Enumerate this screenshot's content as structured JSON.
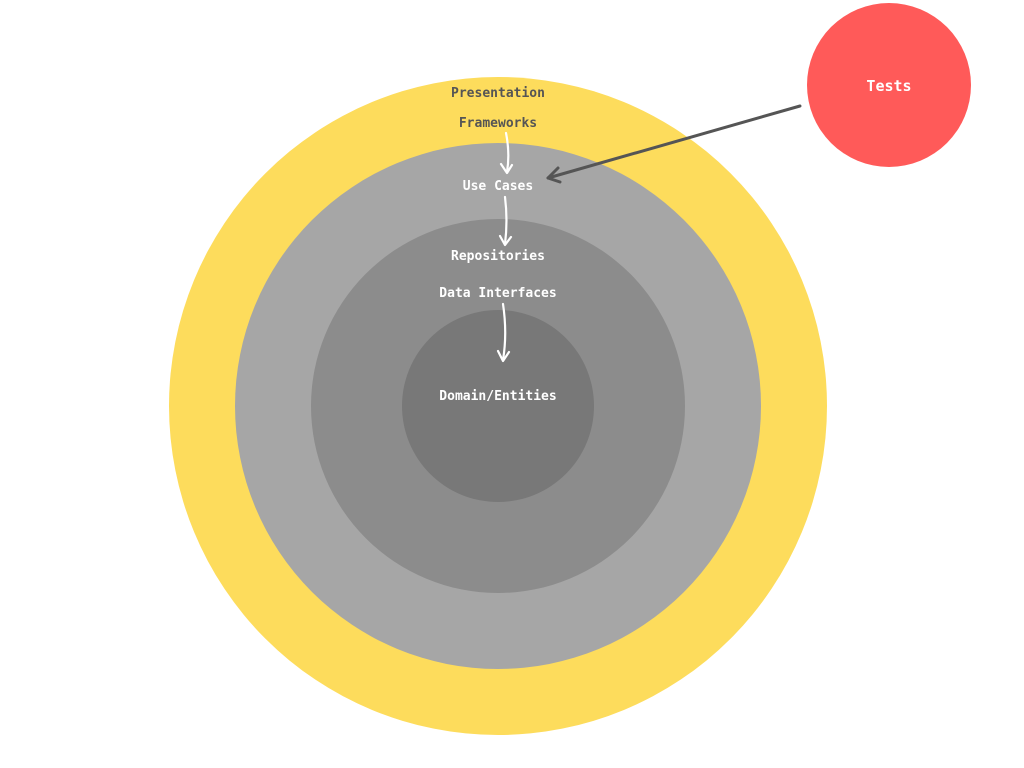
{
  "layers": {
    "presentation": "Presentation",
    "frameworks": "Frameworks",
    "use_cases": "Use Cases",
    "repositories": "Repositories",
    "data_interfaces": "Data Interfaces",
    "domain_entities": "Domain/Entities"
  },
  "tests": {
    "label": "Tests"
  },
  "colors": {
    "outer_ring": "#fddc5c",
    "ring_2": "#a6a6a6",
    "ring_3": "#8c8c8c",
    "core": "#787878",
    "tests_circle": "#ff5a59",
    "outer_text": "#555555",
    "inner_text": "#ffffff",
    "tests_arrow": "#555555"
  }
}
